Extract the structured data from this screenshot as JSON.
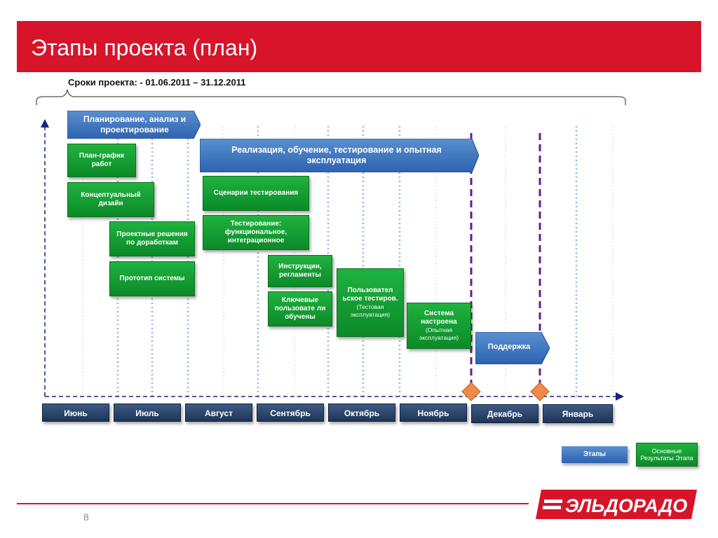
{
  "header": {
    "title": "Этапы проекта (план)",
    "terms": "Сроки проекта:  - 01.06.2011 – 31.12.2011"
  },
  "phases": {
    "planning": "Планирование, анализ и проектирование",
    "implementation": "Реализация, обучение, тестирование и опытная эксплуатация",
    "support": "Поддержка"
  },
  "tasks": {
    "schedule": "План-график работ",
    "concept": "Концептуальный дизайн",
    "design": "Проектные решения по доработкам",
    "prototype": "Прототип системы",
    "scenarios": "Сценарии тестирования",
    "testing": "Тестирование: функциональное, интеграционное",
    "instructions": "Инструкции, регламенты",
    "key_users": "Ключевые пользовате ли обучены",
    "uat_main": "Пользовател ьское тестиров.",
    "uat_sub": "(Тестовая эксплуатация)",
    "system_main": "Система настроена",
    "system_sub": "(Опытная эксплуатация)"
  },
  "months": [
    "Июнь",
    "Июль",
    "Август",
    "Сентябрь",
    "Октябрь",
    "Ноябрь",
    "Декабрь",
    "Январь"
  ],
  "legend": {
    "stages": "Этапы",
    "results": "Основные Результаты Этапа"
  },
  "footer": {
    "page_number": "8",
    "logo_text": "ЭЛЬДОРАДО"
  },
  "colors": {
    "brand_red": "#d7142a",
    "phase_blue": "#3a72bf",
    "task_green": "#13a034",
    "month_navy": "#2b4670",
    "milestone_orange": "#f08a4b",
    "milestone_line": "#6a1b8a"
  },
  "icons": {
    "milestone": "diamond-icon",
    "brace": "curly-brace-icon"
  }
}
